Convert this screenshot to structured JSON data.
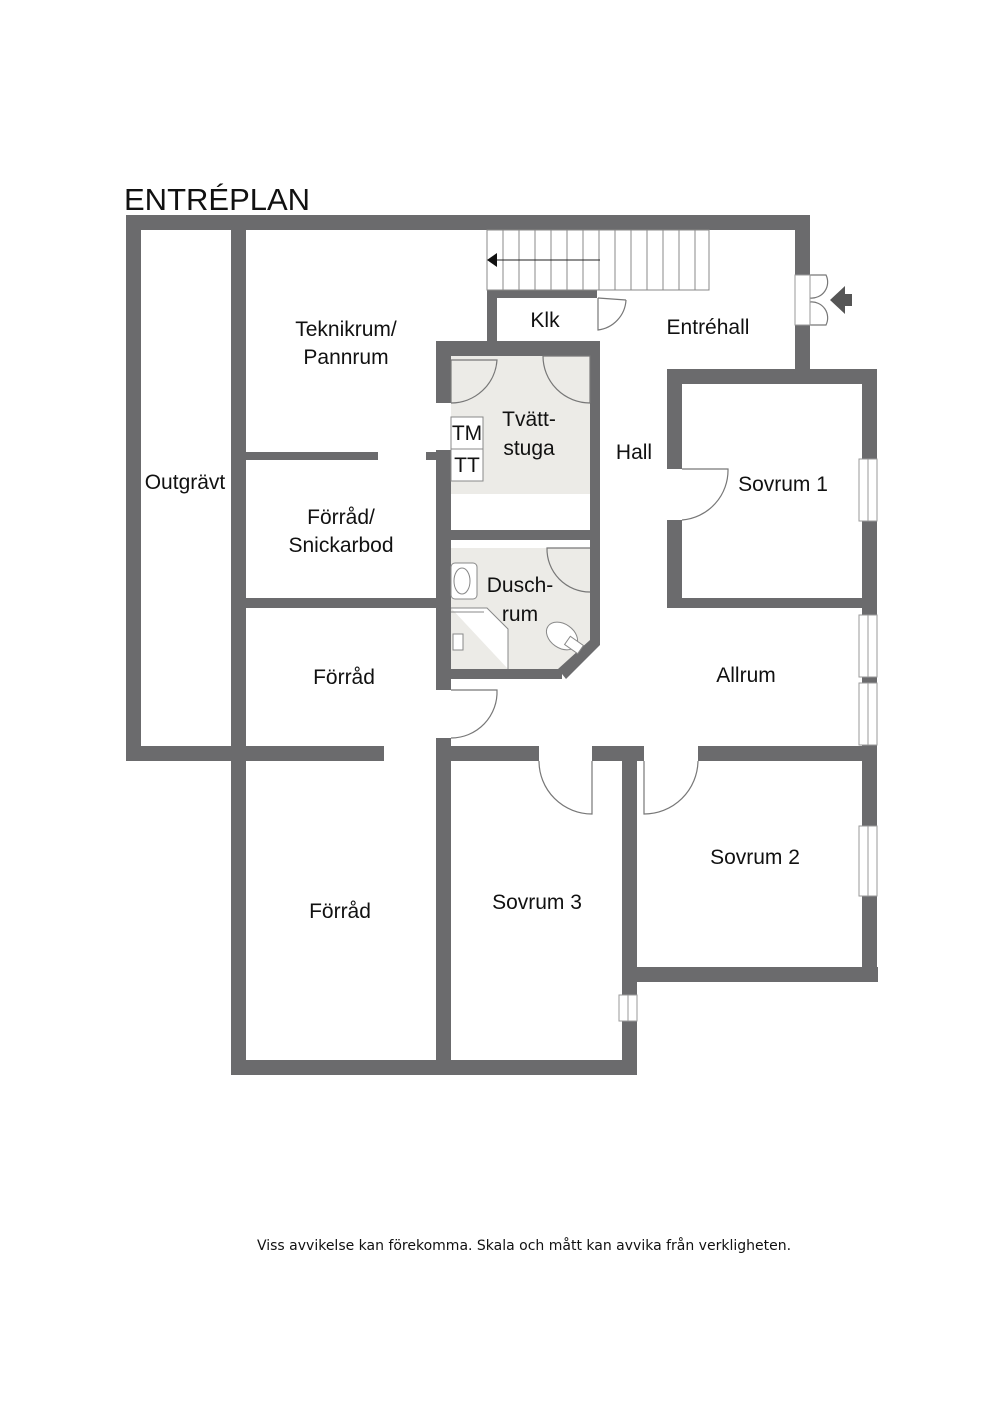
{
  "plan": {
    "title": "ENTRÉPLAN",
    "rooms": {
      "teknikrum_line1": "Teknikrum/",
      "teknikrum_line2": "Pannrum",
      "klk": "Klk",
      "entrehall": "Entréhall",
      "tvatt_line1": "Tvätt-",
      "tvatt_line2": "stuga",
      "hall": "Hall",
      "sovrum1": "Sovrum 1",
      "outgravt": "Outgrävt",
      "forrad_snickarbod_line1": "Förråd/",
      "forrad_snickarbod_line2": "Snickarbod",
      "dusch_line1": "Dusch-",
      "dusch_line2": "rum",
      "forrad_mid": "Förråd",
      "allrum": "Allrum",
      "sovrum2": "Sovrum 2",
      "forrad_bottom": "Förråd",
      "sovrum3": "Sovrum 3"
    },
    "fixtures": {
      "tm": "TM",
      "tt": "TT"
    },
    "colors": {
      "wall": "#6b6b6d",
      "wet_floor": "#ecebe7",
      "door": "#777777",
      "window": "#9a9a9a"
    }
  },
  "footer": {
    "disclaimer": "Viss avvikelse kan förekomma. Skala och mått kan avvika från verkligheten."
  }
}
